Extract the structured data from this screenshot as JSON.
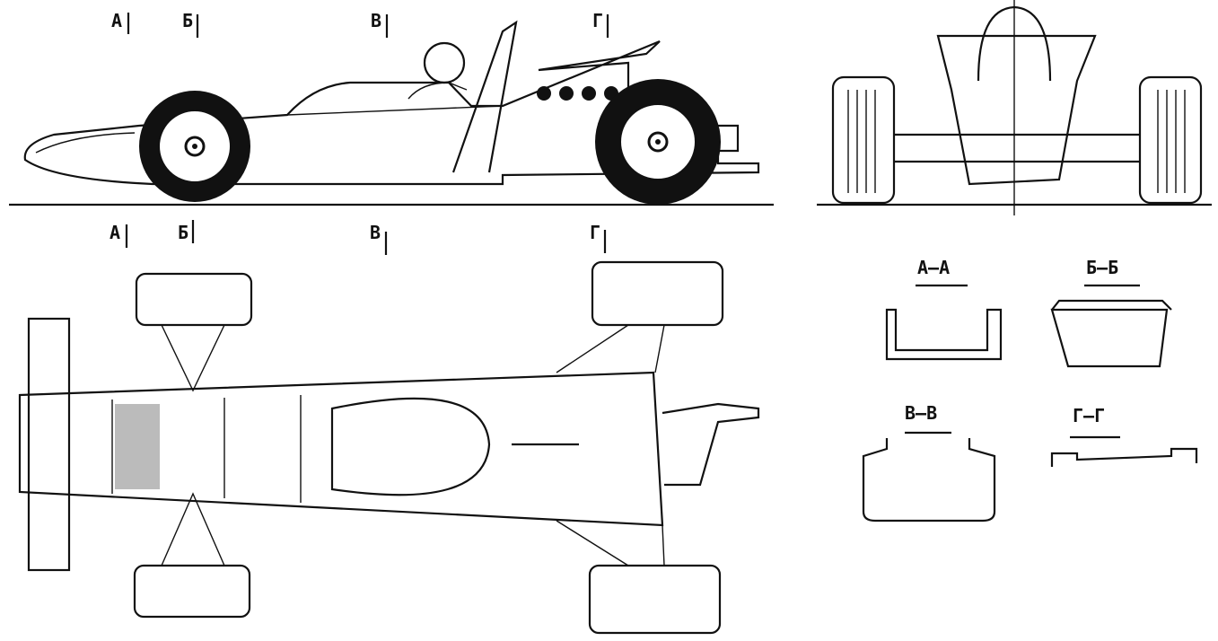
{
  "side_view": {
    "section_marks": [
      "А",
      "Б",
      "В",
      "Г"
    ]
  },
  "top_view": {
    "section_marks": [
      "А",
      "Б",
      "В",
      "Г"
    ]
  },
  "sections": [
    {
      "title": "А–А"
    },
    {
      "title": "Б–Б"
    },
    {
      "title": "В–В"
    },
    {
      "title": "Г–Г"
    }
  ],
  "colors": {
    "ink": "#111111",
    "paper": "#ffffff"
  }
}
